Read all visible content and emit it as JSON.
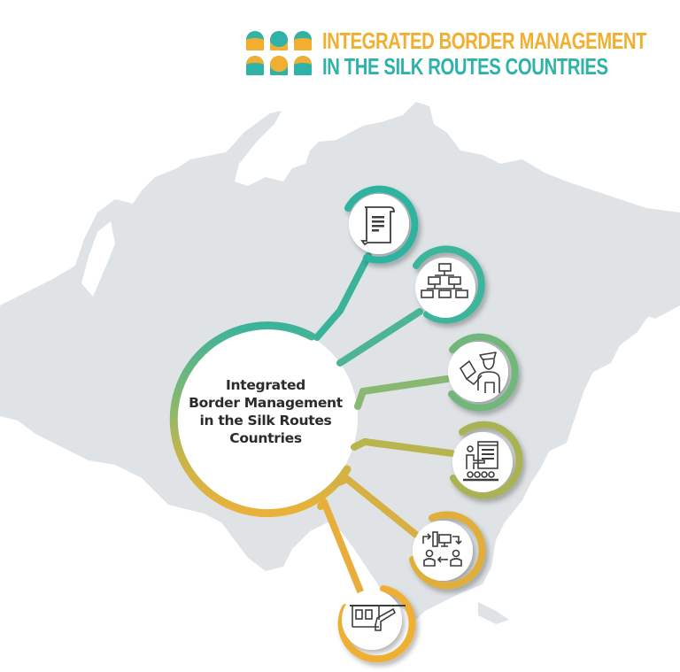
{
  "header": {
    "title_line1": "INTEGRATED BORDER MANAGEMENT",
    "title_line2": "IN THE SILK ROUTES COUNTRIES",
    "logo_icon": "arch-windows-logo",
    "colors": {
      "orange": "#f2ae2e",
      "teal": "#2fb3a8"
    }
  },
  "background": {
    "map": "eurasia-silhouette",
    "map_color": "#dfe3e6"
  },
  "hub": {
    "lines": [
      "Integrated",
      "Border Management",
      "in the Silk Routes",
      "Countries"
    ],
    "ring_gradient": [
      "#3bb39b",
      "#8cb96a",
      "#c7b54a",
      "#eab13a"
    ]
  },
  "nodes": [
    {
      "id": "policy",
      "icon": "document-scroll-icon",
      "ring_color": "#2fb3a0"
    },
    {
      "id": "structure",
      "icon": "org-chart-icon",
      "ring_color": "#3fb59a"
    },
    {
      "id": "border-officer",
      "icon": "border-officer-passport-icon",
      "ring_color": "#6db57f"
    },
    {
      "id": "training",
      "icon": "training-presentation-icon",
      "ring_color": "#a9b357"
    },
    {
      "id": "information-exchange",
      "icon": "information-exchange-icon",
      "ring_color": "#e0ae3a"
    },
    {
      "id": "border-crossing",
      "icon": "border-checkpoint-barrier-icon",
      "ring_color": "#efaf35"
    }
  ]
}
